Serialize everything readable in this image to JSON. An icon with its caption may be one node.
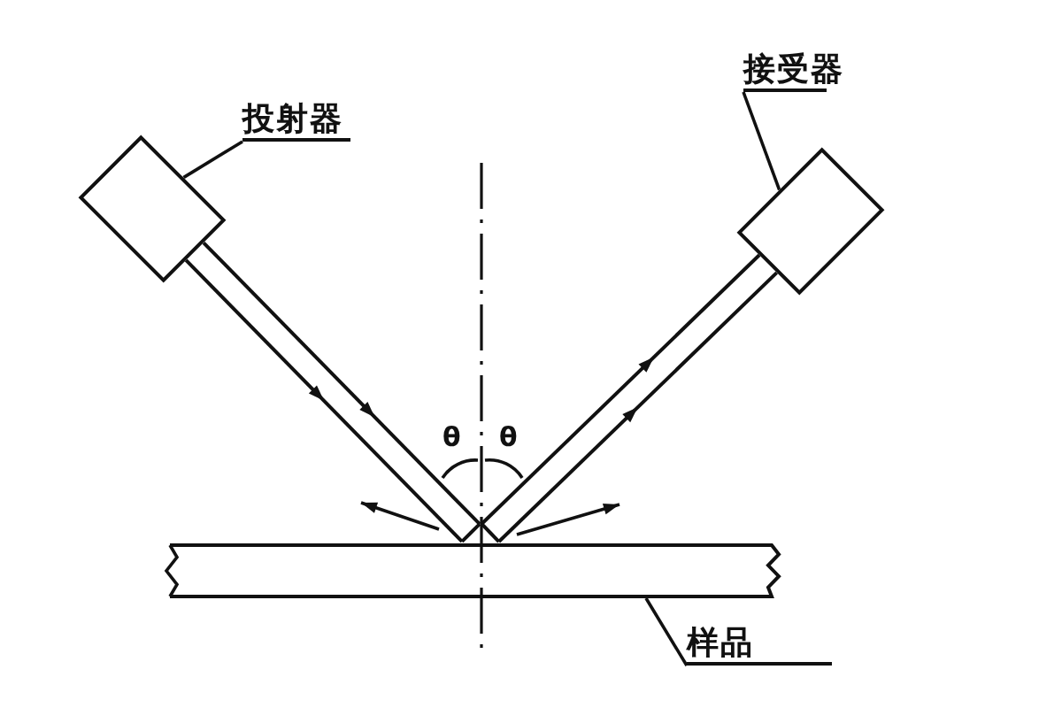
{
  "diagram": {
    "nodes": [
      {
        "text": [
          "投射器"
        ]
      },
      {
        "text": [],
        "shape": "box"
      },
      {
        "text": [
          "接受器"
        ]
      },
      {
        "text": [],
        "shape": "box"
      },
      {
        "text": [],
        "shape": "bar"
      },
      {
        "text": [
          "样品"
        ]
      }
    ],
    "edges": [
      {
        "from": 0,
        "to": 1,
        "arrow": "none"
      },
      {
        "from": 2,
        "to": 3,
        "arrow": "none"
      },
      {
        "from": 5,
        "to": 4,
        "arrow": "none"
      },
      {
        "from": 1,
        "to": 4,
        "arrow": "to"
      },
      {
        "from": 4,
        "to": 3,
        "arrow": "to"
      },
      {
        "from": 4,
        "to": null,
        "arrow": "to"
      },
      {
        "from": 4,
        "to": null,
        "arrow": "to"
      }
    ],
    "labels": [
      "θ",
      "θ"
    ]
  }
}
